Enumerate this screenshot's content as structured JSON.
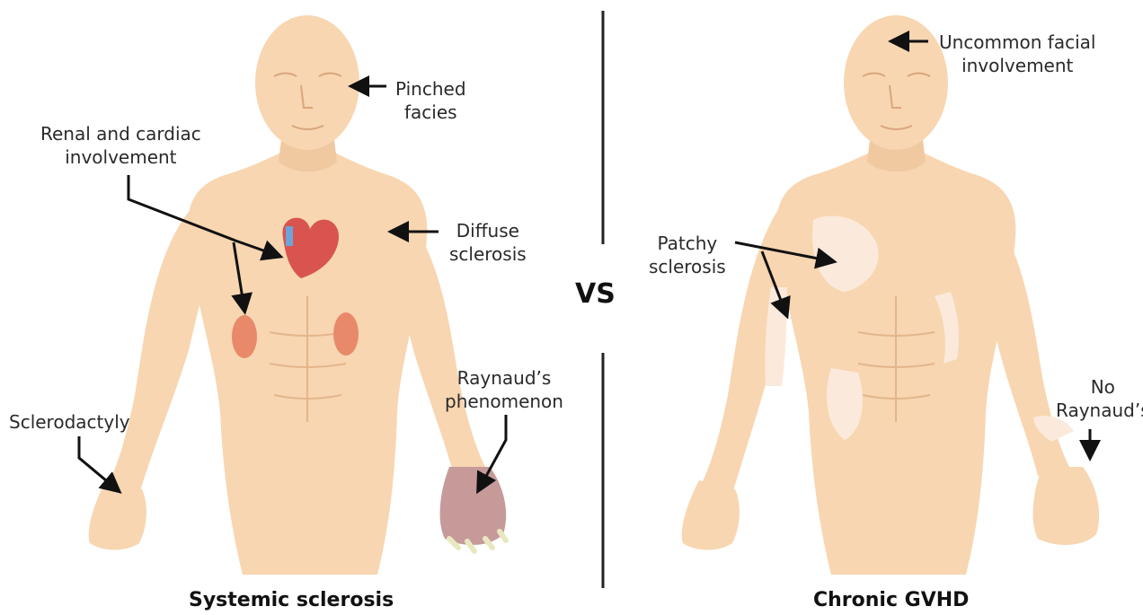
{
  "center_label": "VS",
  "left": {
    "caption": "Systemic sclerosis",
    "labels": {
      "pinched": [
        "Pinched",
        "facies"
      ],
      "renal": [
        "Renal and cardiac",
        "involvement"
      ],
      "diffuse": [
        "Diffuse",
        "sclerosis"
      ],
      "raynaud": [
        "Raynaud’s",
        "phenomenon"
      ],
      "sclerodactyly": "Sclerodactyly"
    }
  },
  "right": {
    "caption": "Chronic GVHD",
    "labels": {
      "facial": [
        "Uncommon facial",
        "involvement"
      ],
      "patchy": [
        "Patchy",
        "sclerosis"
      ],
      "no_raynaud": [
        "No",
        "Raynaud’s"
      ]
    }
  },
  "colors": {
    "skin": "#f7d6b1",
    "skin_shadow": "#efc39a",
    "patch": "#fbeadb",
    "heart": "#d9544f",
    "kidney": "#e88a6a",
    "raynaud_hand": "#c79a9a",
    "fingertip": "#e8e8c0"
  }
}
